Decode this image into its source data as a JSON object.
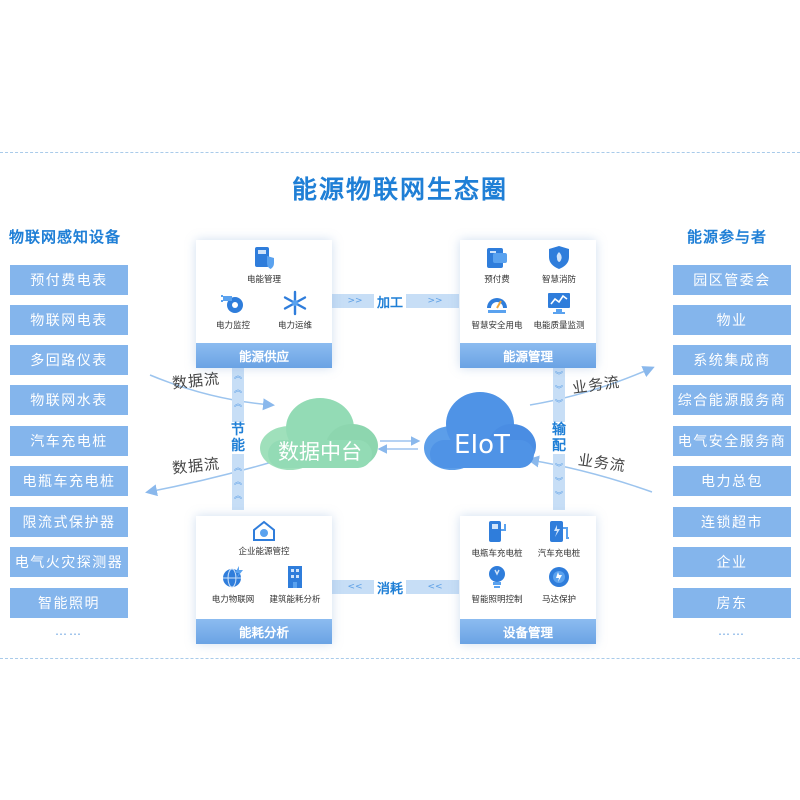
{
  "title": "能源物联网生态圈",
  "left": {
    "heading": "物联网感知设备",
    "items": [
      "预付费电表",
      "物联网电表",
      "多回路仪表",
      "物联网水表",
      "汽车充电桩",
      "电瓶车充电桩",
      "限流式保护器",
      "电气火灾探测器",
      "智能照明"
    ],
    "more": "……"
  },
  "right": {
    "heading": "能源参与者",
    "items": [
      "园区管委会",
      "物业",
      "系统集成商",
      "综合能源服务商",
      "电气安全服务商",
      "电力总包",
      "连锁超市",
      "企业",
      "房东"
    ],
    "more": "……"
  },
  "cards": {
    "supply": {
      "title": "能源供应",
      "items": [
        "电能管理",
        "电力监控",
        "电力运维"
      ]
    },
    "manage": {
      "title": "能源管理",
      "items": [
        "预付费",
        "智慧消防",
        "智慧安全用电",
        "电能质量监测"
      ]
    },
    "analysis": {
      "title": "能耗分析",
      "items": [
        "企业能源管控",
        "电力物联网",
        "建筑能耗分析"
      ]
    },
    "device": {
      "title": "设备管理",
      "items": [
        "电瓶车充电桩",
        "汽车充电桩",
        "智能照明控制",
        "马达保护"
      ]
    }
  },
  "flows": {
    "top": "加工",
    "bottom": "消耗",
    "left_vertical": "节能",
    "right_vertical": "输配"
  },
  "streams": {
    "left_top": "数据流",
    "left_bottom": "数据流",
    "right_top": "业务流",
    "right_bottom": "业务流"
  },
  "clouds": {
    "data_center": "数据中台",
    "eiot": "EIoT"
  },
  "colors": {
    "primary": "#1f7fd6",
    "box": "#84b5ec",
    "cloud_green": "#8fdcb0",
    "cloud_blue": "#4f93e6"
  }
}
